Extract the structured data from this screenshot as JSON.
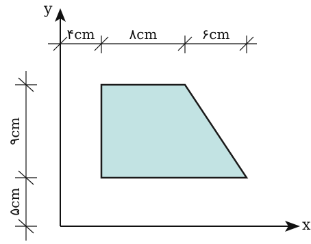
{
  "axes": {
    "x_label": "x",
    "y_label": "y"
  },
  "dimensions": {
    "top": [
      "۴cm",
      "۸cm",
      "۶cm"
    ],
    "left": [
      "۹cm",
      "۵cm"
    ]
  },
  "shape": {
    "fill": "#c2e3e3",
    "stroke": "#1a1a1a"
  }
}
